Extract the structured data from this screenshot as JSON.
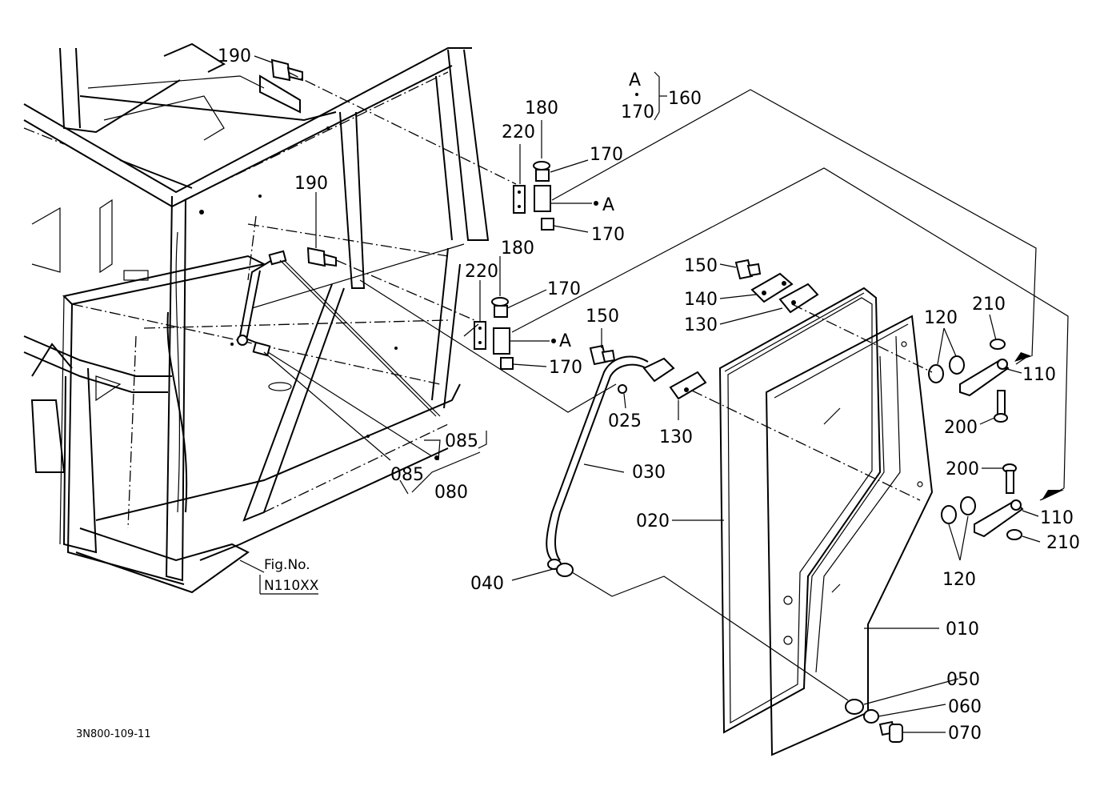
{
  "figure": {
    "code": "3N800-109-11",
    "fig_ref": {
      "title": "Fig.No.",
      "number": "N110XX"
    },
    "detail_note": {
      "a": "A",
      "b": "170",
      "c": "160"
    }
  },
  "callouts": {
    "c010": "010",
    "c020": "020",
    "c025": "025",
    "c030": "030",
    "c040": "040",
    "c050": "050",
    "c060": "060",
    "c070": "070",
    "c080": "080",
    "c085a": "085",
    "c085b": "085",
    "c110a": "110",
    "c110b": "110",
    "c120a": "120",
    "c120b": "120",
    "c130a": "130",
    "c130b": "130",
    "c140": "140",
    "c150a": "150",
    "c150b": "150",
    "c170a": "170",
    "c170b": "170",
    "c170c": "170",
    "c170d": "170",
    "c180a": "180",
    "c180b": "180",
    "c190a": "190",
    "c190b": "190",
    "c200a": "200",
    "c200b": "200",
    "c210a": "210",
    "c210b": "210",
    "c220a": "220",
    "c220b": "220",
    "refA1": "A",
    "refA2": "A"
  }
}
